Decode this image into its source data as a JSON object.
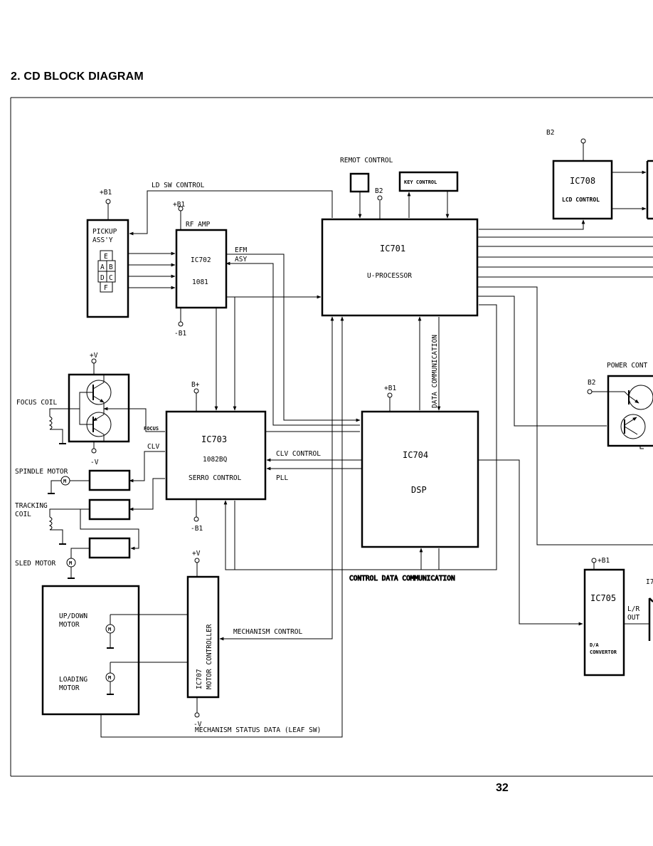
{
  "page": {
    "heading": "2. CD BLOCK DIAGRAM",
    "page_number": "32"
  },
  "blocks": {
    "pickup": {
      "line1": "PICKUP",
      "line2": "ASS'Y",
      "cells": [
        "E",
        "A",
        "B",
        "D",
        "C",
        "F"
      ]
    },
    "ic702": {
      "line1": "IC702",
      "line2": "1081",
      "caption": "RF AMP"
    },
    "ic701": {
      "line1": "IC701",
      "line2": "U-PROCESSOR"
    },
    "remote_control": {
      "label": "REMOT CONTROL"
    },
    "key_control": {
      "label": "KEY CONTROL"
    },
    "ic708": {
      "line1": "IC708",
      "line2": "LCD CONTROL"
    },
    "ic703": {
      "line1": "IC703",
      "line2": "1082BQ",
      "line3": "SERRO CONTROL"
    },
    "ic704": {
      "line1": "IC704",
      "line2": "DSP"
    },
    "ic705": {
      "line1": "IC705",
      "line2": "D/A",
      "line3": "CONVERTOR"
    },
    "ic707": {
      "line1": "IC707",
      "line2": "MOTOR CONTROLLER"
    },
    "mechanism_box": {
      "updown_1": "UP/DOWN",
      "updown_2": "MOTOR",
      "loading_1": "LOADING",
      "loading_2": "MOTOR"
    },
    "power_control": {
      "label": "POWER CONT"
    }
  },
  "labels": {
    "ld_sw_control": "LD SW CONTROL",
    "efm": "EFM",
    "asy": "ASY",
    "data_communication": "DATA COMMUNICATION",
    "focus_coil": "FOCUS COIL",
    "focus": "FOCUS",
    "clv": "CLV",
    "spindle_motor": "SPINDLE MOTOR",
    "tracking_coil_1": "TRACKING",
    "tracking_coil_2": "COIL",
    "sled_motor": "SLED MOTOR",
    "clv_control": "CLV CONTROL",
    "pll": "PLL",
    "control_data_communication": "CONTROL DATA COMMUNICATION",
    "mechanism_control": "MECHANISM CONTROL",
    "mechanism_status": "MECHANISM STATUS DATA (LEAF SW)",
    "lr_out_1": "L/R",
    "lr_out_2": "OUT",
    "ic7_partial": "I7"
  },
  "supplies": {
    "b1": "+B1",
    "minus_b1": "-B1",
    "b2": "B2",
    "b_plus": "B+",
    "v_plus": "+V",
    "v_minus": "-V"
  },
  "motor_symbol": "M"
}
